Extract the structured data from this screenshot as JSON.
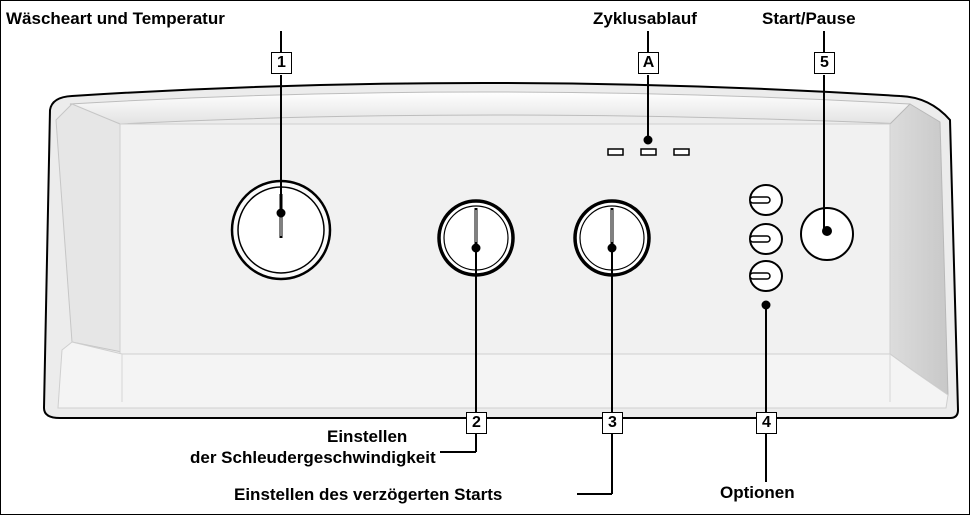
{
  "callouts": {
    "c1": {
      "number": "1",
      "label": "Wäscheart und Temperatur"
    },
    "cA": {
      "number": "A",
      "label": "Zyklusablauf"
    },
    "c5": {
      "number": "5",
      "label": "Start/Pause"
    },
    "c2": {
      "number": "2",
      "label_line1": "Einstellen",
      "label_line2": "der Schleudergeschwindigkeit"
    },
    "c3": {
      "number": "3",
      "label": "Einstellen des verzögerten Starts"
    },
    "c4": {
      "number": "4",
      "label": "Optionen"
    }
  },
  "colors": {
    "panel": "#eeeeee",
    "panel_face": "#f2f2f2",
    "outline": "#000000"
  }
}
